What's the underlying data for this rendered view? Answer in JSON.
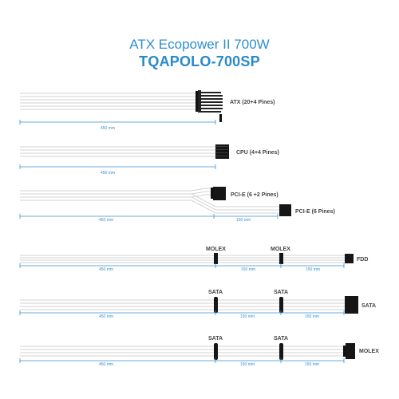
{
  "header": {
    "title": "ATX Ecopower II 700W",
    "model": "TQAPOLO-700SP"
  },
  "cables": [
    {
      "id": "atx",
      "connector_label": "ATX (20+4 Pines)",
      "segments": [
        "450 mm"
      ]
    },
    {
      "id": "cpu",
      "connector_label": "CPU (4+4 Pines)",
      "segments": [
        "450 mm"
      ]
    },
    {
      "id": "pcie",
      "connector_label": "PCI-E (6 +2 Pines)",
      "secondary_label": "PCI-E (6 Pines)",
      "segments": [
        "450 mm",
        "150 mm"
      ]
    },
    {
      "id": "molex-fdd",
      "mid_labels": [
        "MOLEX",
        "MOLEX"
      ],
      "end_label": "FDD",
      "segments": [
        "450 mm",
        "150 mm",
        "150 mm"
      ]
    },
    {
      "id": "sata-sata",
      "mid_labels": [
        "SATA",
        "SATA"
      ],
      "end_label": "SATA",
      "segments": [
        "450 mm",
        "150 mm",
        "150 mm"
      ]
    },
    {
      "id": "sata-molex",
      "mid_labels": [
        "SATA",
        "SATA"
      ],
      "end_label": "MOLEX",
      "segments": [
        "450 mm",
        "150 mm",
        "150 mm"
      ]
    }
  ],
  "colors": {
    "title": "#2f8fce",
    "dimension": "#3a8fd0",
    "wire": "#d3d3d3",
    "connector": "#111111",
    "label": "#444444"
  }
}
